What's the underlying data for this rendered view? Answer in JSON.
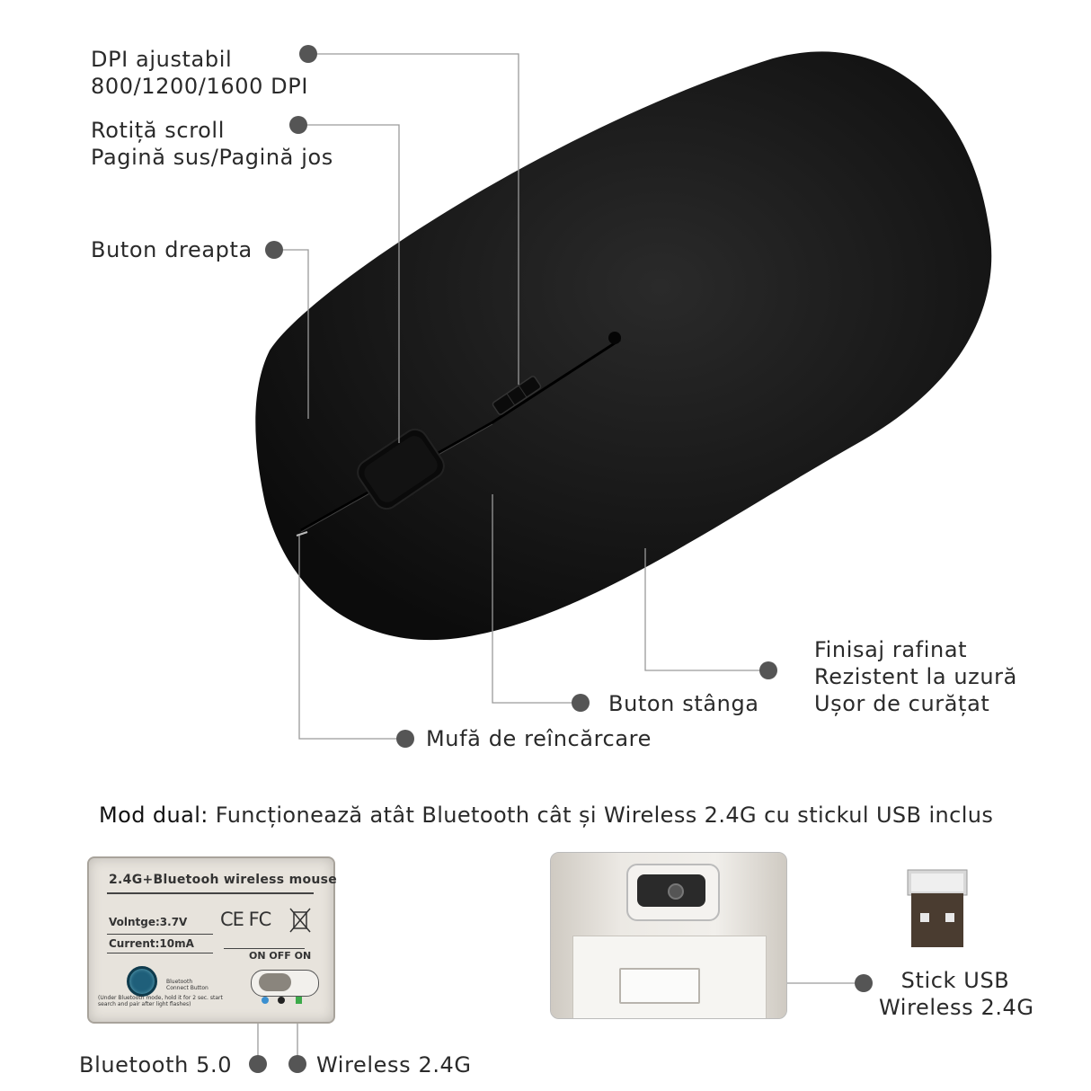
{
  "callouts": {
    "dpi": [
      "DPI ajustabil",
      "800/1200/1600 DPI"
    ],
    "scroll": [
      "Rotiță scroll",
      "Pagină sus/Pagină jos"
    ],
    "right_button": "Buton dreapta",
    "finish": [
      "Finisaj rafinat",
      "Rezistent la uzură",
      "Ușor de curățat"
    ],
    "left_button": "Buton stânga",
    "charging_port": "Mufă de reîncărcare"
  },
  "dual_mode": {
    "title": "Mod dual:",
    "text": "Funcționează atât Bluetooth cât și Wireless 2.4G cu stickul USB inclus"
  },
  "label_card": {
    "product": "2.4G+Bluetooh wireless mouse",
    "voltage": "Volntge:3.7V",
    "current": "Current:10mA",
    "certifications": "CE FC",
    "switch_positions": "ON  OFF  ON",
    "bt_button_caption": "Bluetooth Connect Button",
    "instructions": "(Under Bluetooth mode, hold it for 2 sec. start search and pair after light flashes)"
  },
  "bottom_callouts": {
    "bluetooth": "Bluetooth 5.0",
    "wireless": "Wireless 2.4G",
    "usb_stick": [
      "Stick USB",
      "Wireless 2.4G"
    ]
  },
  "colors": {
    "mouse_body": "#141414",
    "callout_dot": "#555555",
    "leader_line": "#9a9a9a"
  }
}
